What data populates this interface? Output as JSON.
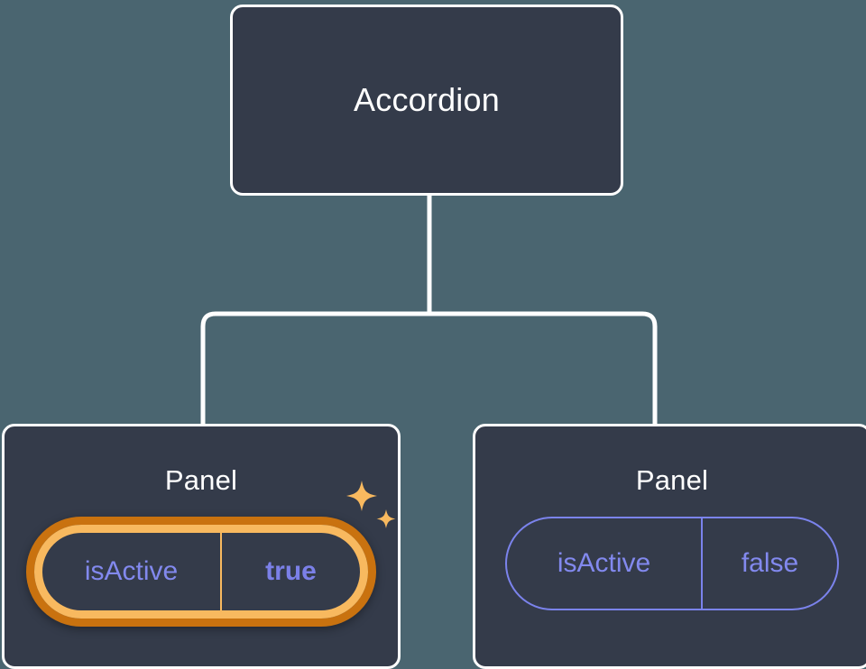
{
  "diagram": {
    "type": "component-tree",
    "background_color": "#4a6570",
    "node_fill_color": "#343b4a",
    "node_border_color": "#ffffff",
    "connector_color": "#ffffff",
    "highlight_color": "#f8b95f",
    "highlight_outer_color": "#c9720f",
    "prop_text_color": "#8289ee",
    "root": {
      "title": "Accordion"
    },
    "children": [
      {
        "title": "Panel",
        "highlighted": true,
        "prop": {
          "key": "isActive",
          "value": "true"
        },
        "sparkle_icons": [
          "sparkle-large-icon",
          "sparkle-small-icon"
        ]
      },
      {
        "title": "Panel",
        "highlighted": false,
        "prop": {
          "key": "isActive",
          "value": "false"
        }
      }
    ]
  }
}
